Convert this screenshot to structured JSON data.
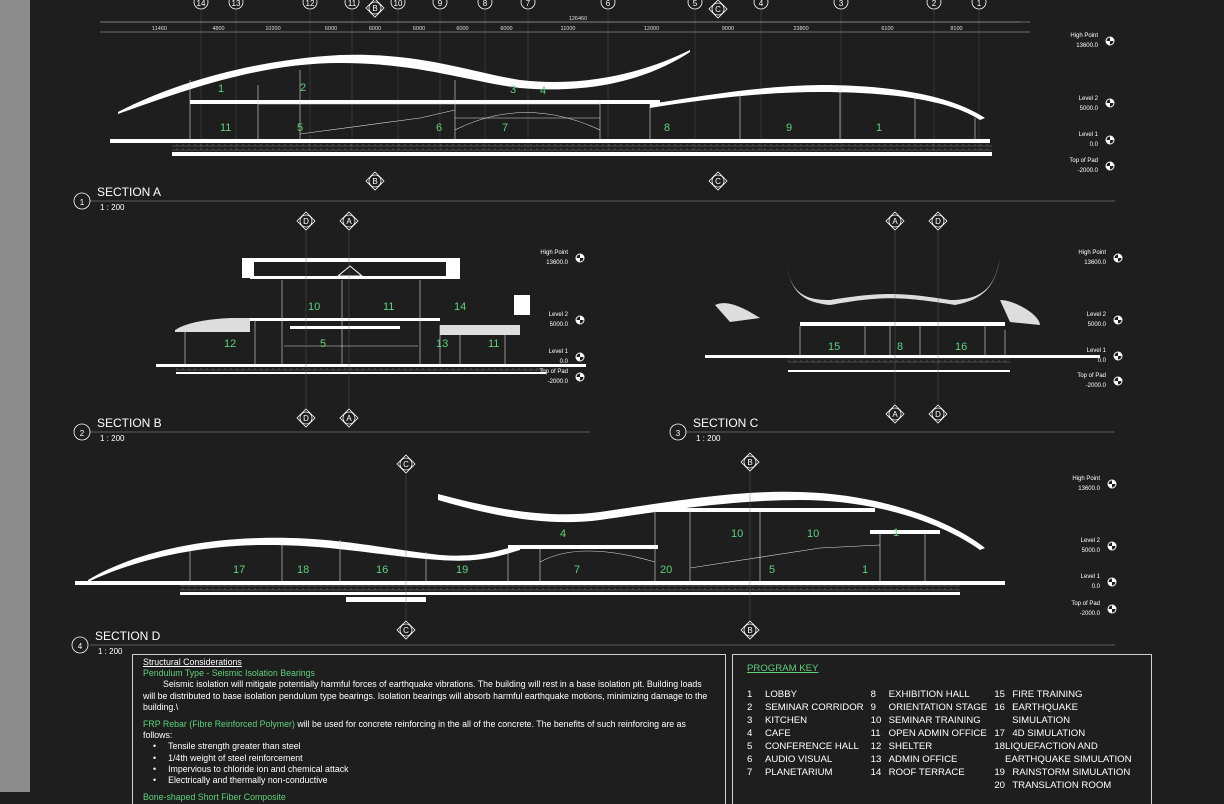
{
  "sections": [
    {
      "num": "1",
      "title": "SECTION A",
      "scale": "1 : 200"
    },
    {
      "num": "2",
      "title": "SECTION B",
      "scale": "1 : 200"
    },
    {
      "num": "3",
      "title": "SECTION C",
      "scale": "1 : 200"
    },
    {
      "num": "4",
      "title": "SECTION D",
      "scale": "1 : 200"
    }
  ],
  "levels": {
    "high": {
      "label": "High Point",
      "value": "13600.0"
    },
    "l2": {
      "label": "Level 2",
      "value": "5000.0"
    },
    "l1": {
      "label": "Level 1",
      "value": "0.0"
    },
    "pad": {
      "label": "Top of Pad",
      "value": "-2000.0"
    }
  },
  "gridA": [
    "14",
    "13",
    "12",
    "11",
    "10",
    "9",
    "8",
    "7",
    "6",
    "5",
    "4",
    "3",
    "2",
    "1"
  ],
  "gridA_dims": [
    "11460",
    "4800",
    "10200",
    "6000",
    "6000",
    "6000",
    "6000",
    "6000",
    "11000",
    "12000",
    "9000",
    "23800",
    "6100",
    "8100"
  ],
  "gridA_total": "126460",
  "markers": {
    "A": "A",
    "B": "B",
    "C": "C",
    "D": "D"
  },
  "roomsA": [
    "1",
    "2",
    "3",
    "4",
    "11",
    "5",
    "6",
    "7",
    "8",
    "9",
    "1"
  ],
  "roomsB": [
    "10",
    "11",
    "14",
    "12",
    "5",
    "13",
    "11"
  ],
  "roomsC": [
    "15",
    "8",
    "16"
  ],
  "roomsD": [
    "4",
    "10",
    "10",
    "1",
    "17",
    "18",
    "16",
    "19",
    "7",
    "20",
    "5",
    "1"
  ],
  "structural": {
    "heading": "Structural Considerations",
    "sub1": "Pendulum Type - Seismic Isolation Bearings",
    "para1": "Seismic isolation will mitigate potentially harmful forces of earthquake vibrations. The building will rest in a base isolation pit. Building loads will be distributed to base isolation pendulum type bearings. Isolation bearings will absorb harmful earthquake motions, minimizing damage to the building.\\",
    "sub2": "FRP Rebar (Fibre Reinforced Polymer)",
    "para2": "will be used for concrete reinforcing in the all of the concrete. The benefits of such reinforcing are as follows:",
    "bullets": [
      "Tensile strength greater than steel",
      "1/4th weight of steel reinforcement",
      "Impervious to chloride ion and chemical attack",
      "Electrically and thermally non-conductive"
    ],
    "sub3": "Bone-shaped Short Fiber Composite"
  },
  "program_key": {
    "title": "PROGRAM KEY",
    "col1": [
      {
        "n": "1",
        "t": "LOBBY"
      },
      {
        "n": "2",
        "t": "SEMINAR CORRIDOR"
      },
      {
        "n": "3",
        "t": "KITCHEN"
      },
      {
        "n": "4",
        "t": "CAFE"
      },
      {
        "n": "5",
        "t": "CONFERENCE HALL"
      },
      {
        "n": "6",
        "t": "AUDIO VISUAL"
      },
      {
        "n": "7",
        "t": "PLANETARIUM"
      }
    ],
    "col2": [
      {
        "n": "8",
        "t": "EXHIBITION HALL"
      },
      {
        "n": "9",
        "t": "ORIENTATION STAGE"
      },
      {
        "n": "10",
        "t": "SEMINAR TRAINING"
      },
      {
        "n": "11",
        "t": "OPEN ADMIN OFFICE"
      },
      {
        "n": "12",
        "t": "SHELTER"
      },
      {
        "n": "13",
        "t": "ADMIN OFFICE"
      },
      {
        "n": "14",
        "t": "ROOF TERRACE"
      }
    ],
    "col3": [
      {
        "n": "15",
        "t": "FIRE TRAINING"
      },
      {
        "n": "16",
        "t": "EARTHQUAKE SIMULATION"
      },
      {
        "n": "17",
        "t": "4D SIMULATION"
      },
      {
        "n": "18",
        "t": "LIQUEFACTION AND EARTHQUAKE SIMULATION"
      },
      {
        "n": "19",
        "t": "RAINSTORM SIMULATION"
      },
      {
        "n": "20",
        "t": "TRANSLATION ROOM"
      }
    ]
  }
}
